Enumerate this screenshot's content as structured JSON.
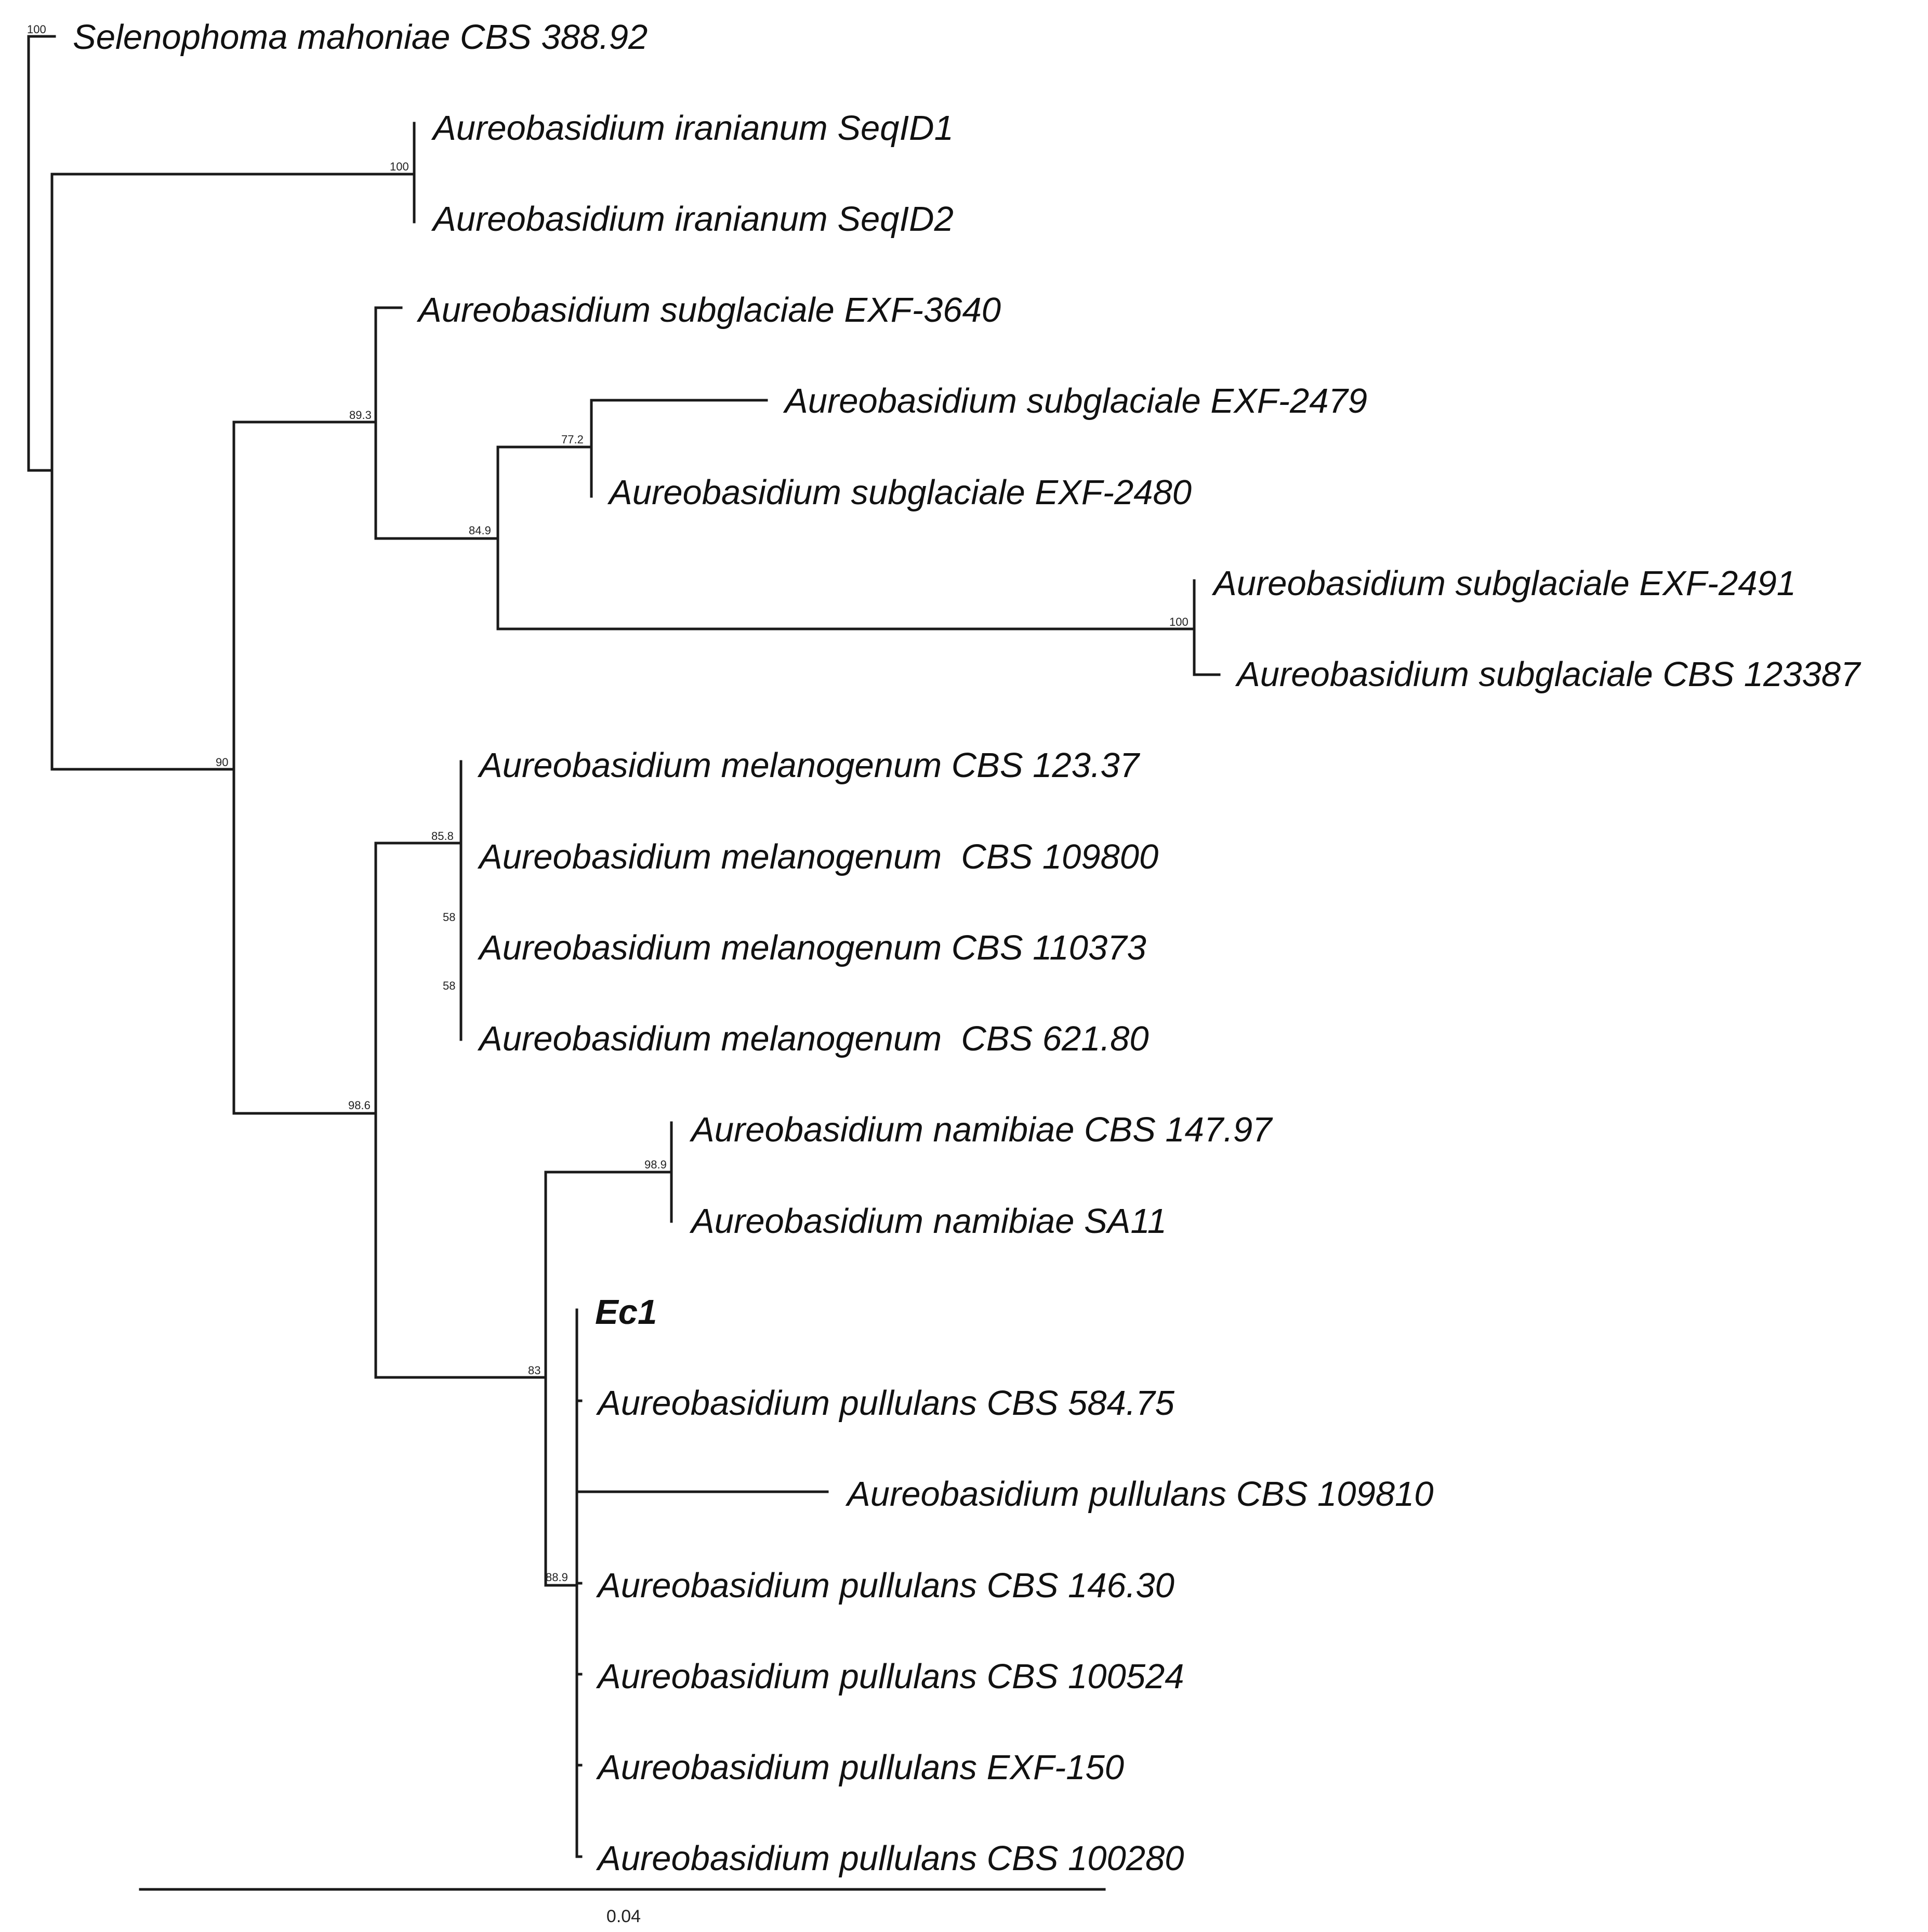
{
  "tree": {
    "taxa": [
      {
        "label": "Selenophoma mahoniae CBS 388.92"
      },
      {
        "label": "Aureobasidium iranianum SeqID1"
      },
      {
        "label": "Aureobasidium iranianum SeqID2"
      },
      {
        "label": "Aureobasidium subglaciale EXF-3640"
      },
      {
        "label": "Aureobasidium subglaciale EXF-2479"
      },
      {
        "label": "Aureobasidium subglaciale EXF-2480"
      },
      {
        "label": "Aureobasidium subglaciale EXF-2491"
      },
      {
        "label": "Aureobasidium subglaciale CBS 123387"
      },
      {
        "label": "Aureobasidium melanogenum CBS 123.37"
      },
      {
        "label": "Aureobasidium melanogenum  CBS 109800"
      },
      {
        "label": "Aureobasidium melanogenum CBS 110373"
      },
      {
        "label": "Aureobasidium melanogenum  CBS 621.80"
      },
      {
        "label": "Aureobasidium namibiae CBS 147.97"
      },
      {
        "label": "Aureobasidium namibiae SA11"
      },
      {
        "label": "Ec1",
        "bold": true
      },
      {
        "label": "Aureobasidium pullulans CBS 584.75"
      },
      {
        "label": "Aureobasidium pullulans CBS 109810"
      },
      {
        "label": "Aureobasidium pullulans CBS 146.30"
      },
      {
        "label": "Aureobasidium pullulans CBS 100524"
      },
      {
        "label": "Aureobasidium pullulans EXF-150"
      },
      {
        "label": "Aureobasidium pullulans CBS 100280"
      }
    ],
    "support_values": [
      "100",
      "100",
      "89.3",
      "77.2",
      "84.9",
      "100",
      "90",
      "85.8",
      "58",
      "58",
      "98.6",
      "98.9",
      "83",
      "88.9"
    ],
    "scale_bar": {
      "label": "0.04"
    },
    "colors": {
      "line": "#1a1a1a",
      "text": "#111111"
    }
  }
}
